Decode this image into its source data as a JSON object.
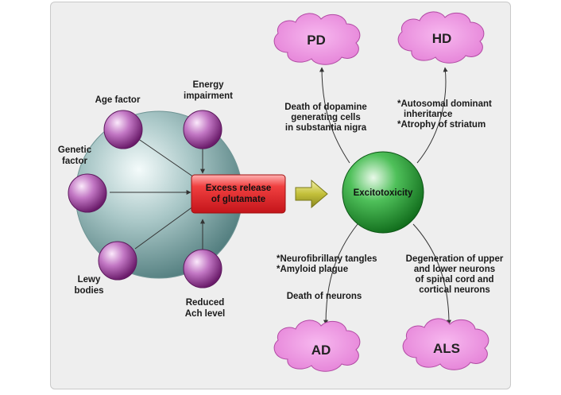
{
  "factors": {
    "age": "Age factor",
    "energy": [
      "Energy",
      "impairment"
    ],
    "genetic": [
      "Genetic",
      "factor"
    ],
    "lewy": [
      "Lewy",
      "bodies"
    ],
    "ach": [
      "Reduced",
      "Ach level"
    ]
  },
  "excess_box": [
    "Excess release",
    "of glutamate"
  ],
  "center": "Excitotoxicity",
  "diseases": {
    "pd": "PD",
    "hd": "HD",
    "ad": "AD",
    "als": "ALS"
  },
  "annotations": {
    "pd": [
      "Death of dopamine",
      "generating cells",
      "in substantia nigra"
    ],
    "hd": [
      "*Autosomal dominant",
      "inheritance",
      "*Atrophy of striatum"
    ],
    "ad": [
      "*Neurofibrillary tangles",
      "*Amyloid plague"
    ],
    "ad_death": "Death of neurons",
    "als": [
      "Degeneration of upper",
      "and lower neurons",
      "of spinal cord and",
      "cortical neurons"
    ]
  },
  "colors": {
    "big_sphere": "#5f8c8c",
    "purple_ball": "#8a2f8a",
    "glutamate_box": "#e8232a",
    "excitotoxicity": "#2e9c3a",
    "cloud": "#ef8fe0",
    "arrow": "#a3a12c"
  }
}
